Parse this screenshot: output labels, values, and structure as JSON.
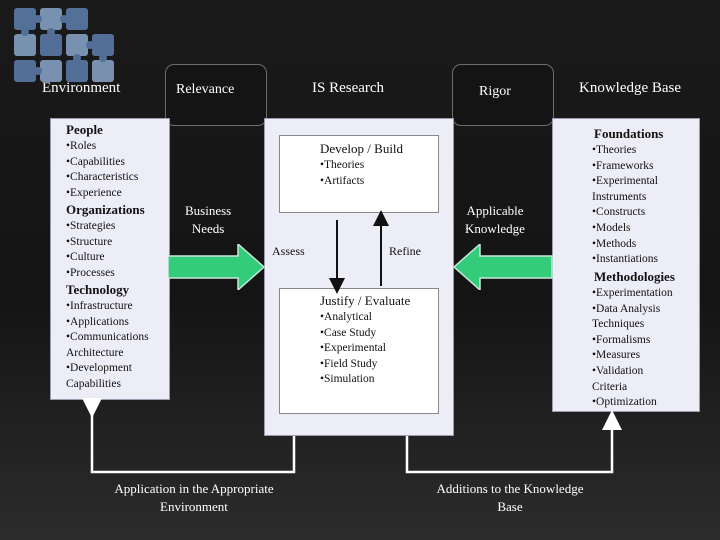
{
  "headers": {
    "environment": "Environment",
    "relevance": "Relevance",
    "is_research": "IS Research",
    "rigor": "Rigor",
    "knowledge_base": "Knowledge Base"
  },
  "environment": {
    "people_title": "People",
    "people_items": "•Roles\n•Capabilities\n•Characteristics\n•Experience",
    "org_title": "Organizations",
    "org_items": "•Strategies\n•Structure\n•Culture\n•Processes",
    "tech_title": "Technology",
    "tech_items": "•Infrastructure\n•Applications\n•Communications\nArchitecture\n•Development\nCapabilities"
  },
  "research": {
    "develop_title": "Develop / Build",
    "develop_items": "•Theories\n•Artifacts",
    "justify_title": "Justify / Evaluate",
    "justify_items": "•Analytical\n•Case Study\n•Experimental\n•Field Study\n•Simulation",
    "assess": "Assess",
    "refine": "Refine"
  },
  "knowledge": {
    "foundations_title": "Foundations",
    "foundations_items": "•Theories\n•Frameworks\n•Experimental\nInstruments\n•Constructs\n•Models\n•Methods\n•Instantiations",
    "methodologies_title": "Methodologies",
    "methodologies_items": "•Experimentation\n•Data Analysis\nTechniques\n•Formalisms\n•Measures\n•Validation\nCriteria\n•Optimization"
  },
  "arrows": {
    "business_needs": "Business\nNeeds",
    "applicable_knowledge": "Applicable\nKnowledge"
  },
  "bottom": {
    "application": "Application in the Appropriate\nEnvironment",
    "additions": "Additions to the Knowledge\nBase"
  },
  "colors": {
    "arrow": "#33cc7a",
    "panel": "#ededf7",
    "dark_bg": "#141414"
  }
}
